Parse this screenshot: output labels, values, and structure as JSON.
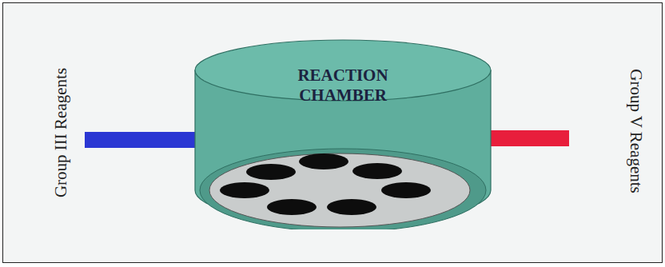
{
  "diagram": {
    "nodes": [
      {
        "text": [
          "REACTION CHAMBER"
        ]
      }
    ],
    "labels": [
      "Group III Reagents",
      "Group V Reagents"
    ]
  }
}
